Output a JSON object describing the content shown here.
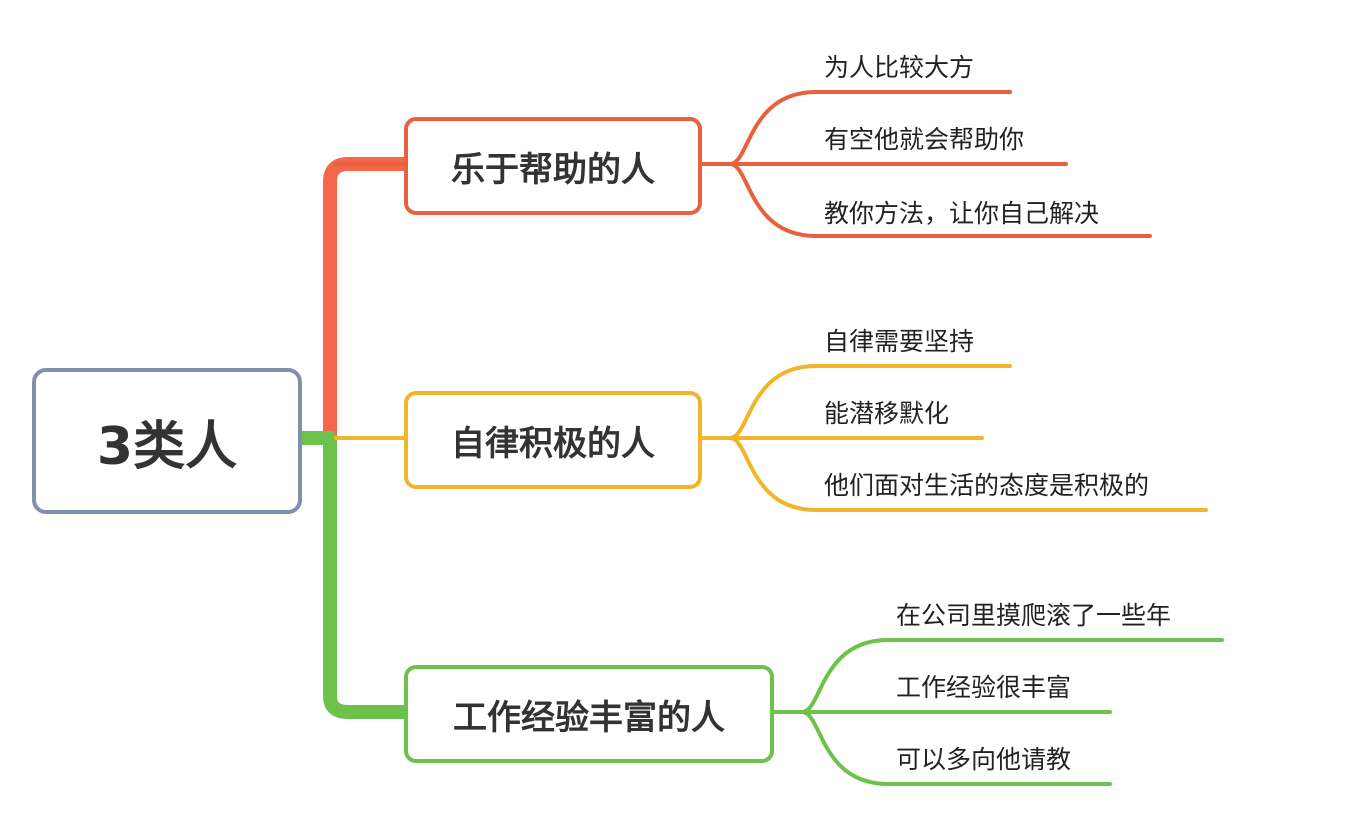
{
  "colors": {
    "root_border": "#7f8fac",
    "branch_0": "#e8613f",
    "branch_1": "#f0b52a",
    "branch_2": "#6cc24a",
    "trunk_top": "#f5674c",
    "trunk_bottom": "#6cc24a"
  },
  "root": {
    "label": "3类人"
  },
  "branches": [
    {
      "label": "乐于帮助的人",
      "color": "#e8613f",
      "leaves": [
        "为人比较大方",
        "有空他就会帮助你",
        "教你方法，让你自己解决"
      ]
    },
    {
      "label": "自律积极的人",
      "color": "#f0b52a",
      "leaves": [
        "自律需要坚持",
        "能潜移默化",
        "他们面对生活的态度是积极的"
      ]
    },
    {
      "label": "工作经验丰富的人",
      "color": "#6cc24a",
      "leaves": [
        "在公司里摸爬滚了一些年",
        "工作经验很丰富",
        "可以多向他请教"
      ]
    }
  ]
}
